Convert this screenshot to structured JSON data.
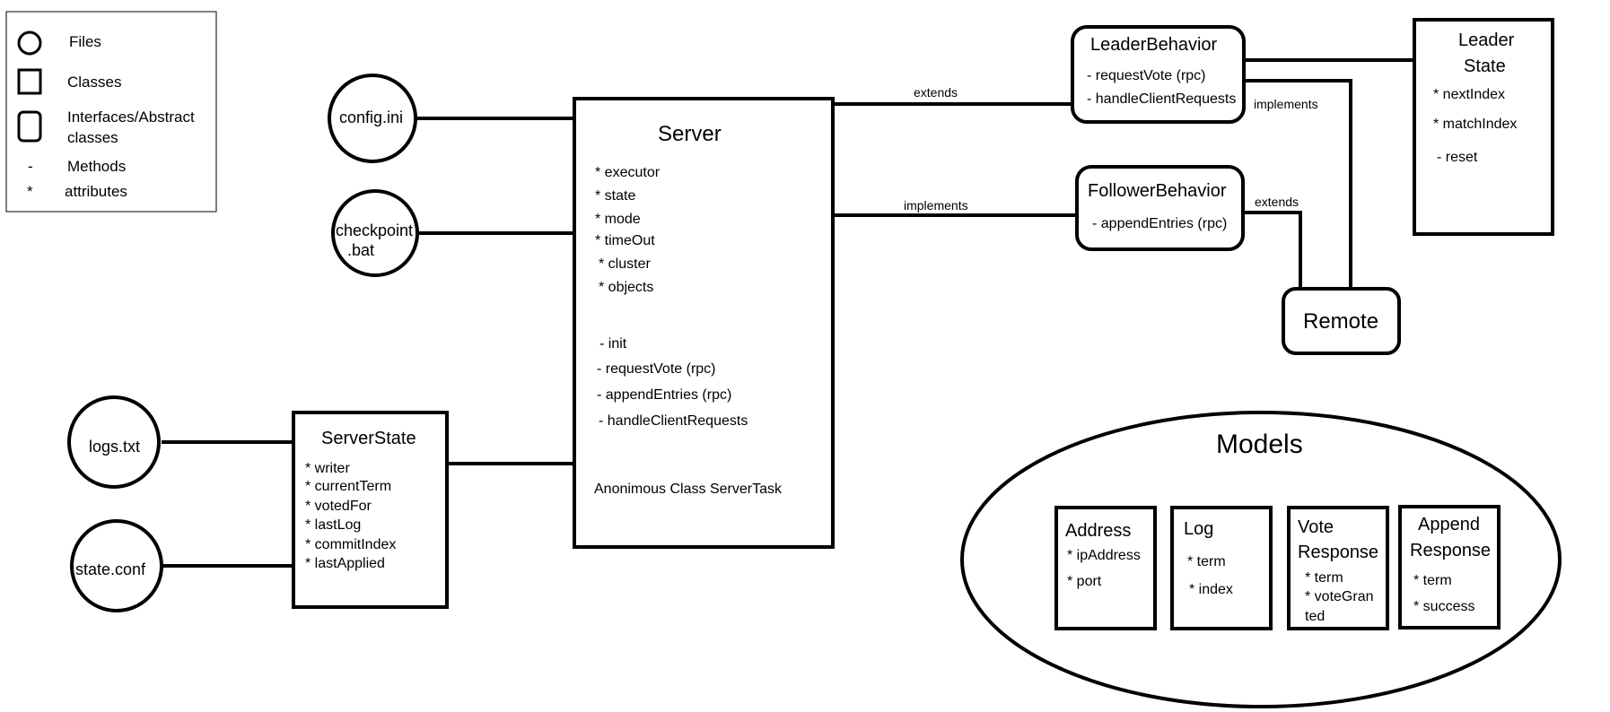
{
  "legend": {
    "files": "Files",
    "classes": "Classes",
    "interfaces_line1": "Interfaces/Abstract",
    "interfaces_line2": "classes",
    "methods_symbol": "-",
    "methods": "Methods",
    "attributes_symbol": "*",
    "attributes": "attributes"
  },
  "files": {
    "config": "config.ini",
    "checkpoint_line1": "checkpoint",
    "checkpoint_line2": ".bat",
    "logs": "logs.txt",
    "state": "state.conf"
  },
  "server": {
    "title": "Server",
    "attributes": [
      "* executor",
      "* state",
      "* mode",
      "* timeOut",
      "* cluster",
      "* objects"
    ],
    "methods": [
      "- init",
      "- requestVote (rpc)",
      "- appendEntries (rpc)",
      "- handleClientRequests"
    ],
    "footer": "Anonimous Class ServerTask"
  },
  "server_state": {
    "title": "ServerState",
    "attributes": [
      "* writer",
      "* currentTerm",
      "* votedFor",
      "* lastLog",
      "* commitIndex",
      "* lastApplied"
    ]
  },
  "leader_behavior": {
    "title": "LeaderBehavior",
    "methods": [
      "- requestVote (rpc)",
      "- handleClientRequests"
    ]
  },
  "follower_behavior": {
    "title": "FollowerBehavior",
    "methods": [
      "- appendEntries (rpc)"
    ]
  },
  "leader_state": {
    "title_line1": "Leader",
    "title_line2": "State",
    "attributes": [
      "* nextIndex",
      "* matchIndex"
    ],
    "methods": [
      "- reset"
    ]
  },
  "remote": {
    "title": "Remote"
  },
  "edges": {
    "server_leader": "extends",
    "server_follower": "implements",
    "leader_remote": "implements",
    "follower_remote": "extends"
  },
  "models": {
    "title": "Models",
    "address": {
      "title": "Address",
      "attributes": [
        "* ipAddress",
        "* port"
      ]
    },
    "log": {
      "title": "Log",
      "attributes": [
        "* term",
        "* index"
      ]
    },
    "vote_response": {
      "title_line1": "Vote",
      "title_line2": "Response",
      "attributes": [
        "* term",
        "* voteGran",
        "ted"
      ]
    },
    "append_response": {
      "title_line1": "Append",
      "title_line2": "Response",
      "attributes": [
        "* term",
        "* success"
      ]
    }
  }
}
